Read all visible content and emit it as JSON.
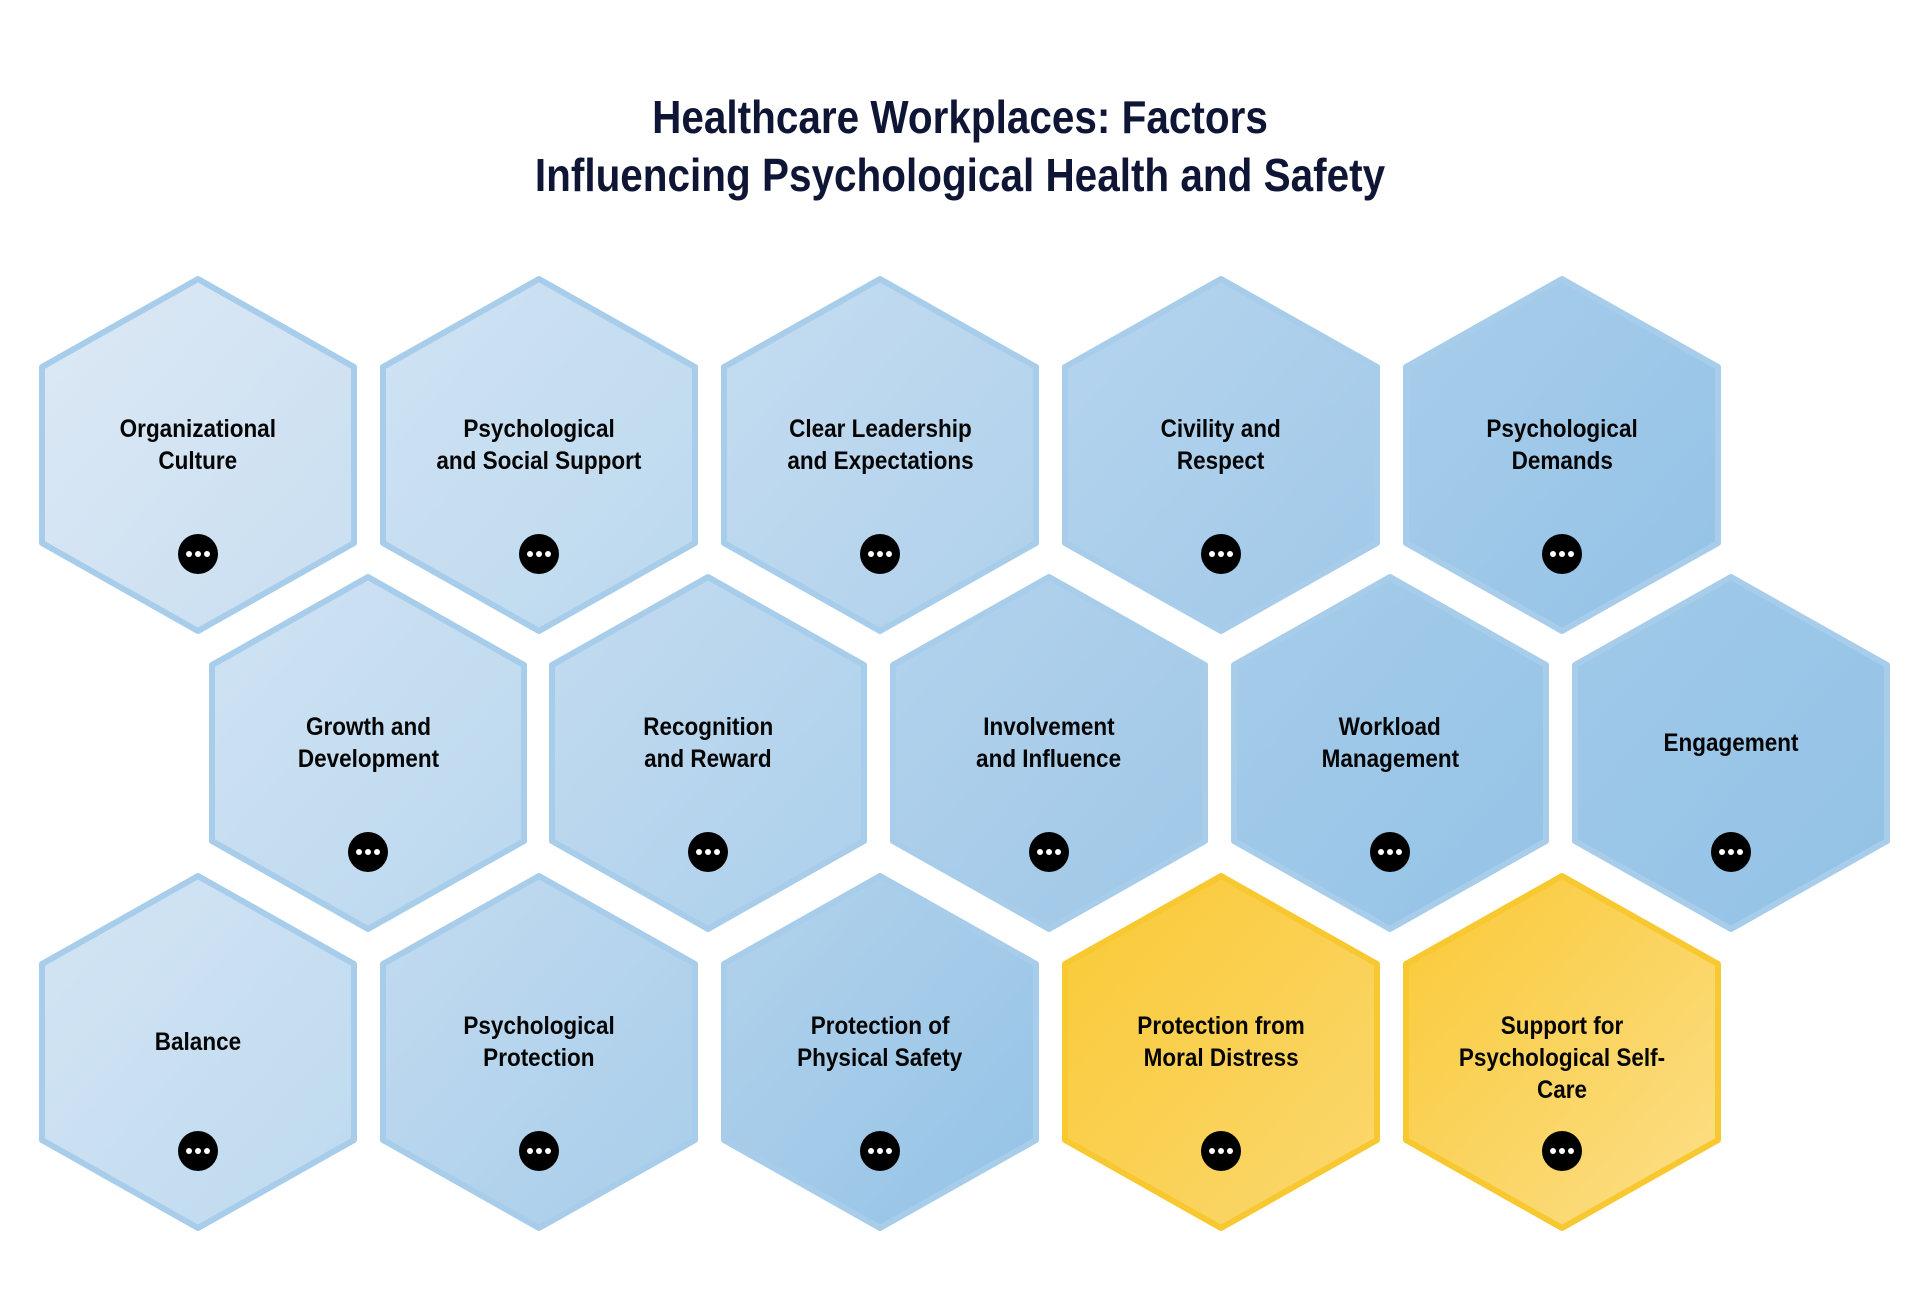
{
  "title": {
    "line1": "Healthcare Workplaces: Factors",
    "line2": "Influencing Psychological Health and Safety"
  },
  "more_button_icon": "ellipsis-icon",
  "colors": {
    "title": "#0f1535",
    "blue_stroke": "#a7cdeb",
    "yellow_stroke": "#f8c830"
  },
  "factors": [
    {
      "row": 1,
      "col": 1,
      "lines": [
        "Organizational",
        "Culture"
      ],
      "c1": "#dde9f5",
      "c2": "#c8def1",
      "kind": "blue"
    },
    {
      "row": 1,
      "col": 2,
      "lines": [
        "Psychological",
        "and Social Support"
      ],
      "c1": "#d0e3f3",
      "c2": "#bbd8ee",
      "kind": "blue"
    },
    {
      "row": 1,
      "col": 3,
      "lines": [
        "Clear Leadership",
        "and Expectations"
      ],
      "c1": "#c5ddf1",
      "c2": "#afd0eb",
      "kind": "blue"
    },
    {
      "row": 1,
      "col": 4,
      "lines": [
        "Civility and",
        "Respect"
      ],
      "c1": "#b6d5ee",
      "c2": "#a0c8e8",
      "kind": "blue"
    },
    {
      "row": 1,
      "col": 5,
      "lines": [
        "Psychological",
        "Demands"
      ],
      "c1": "#a9cdeb",
      "c2": "#93c2e6",
      "kind": "blue"
    },
    {
      "row": 2,
      "col": 1,
      "lines": [
        "Growth and",
        "Development"
      ],
      "c1": "#d0e3f3",
      "c2": "#bad7ee",
      "kind": "blue"
    },
    {
      "row": 2,
      "col": 2,
      "lines": [
        "Recognition",
        "and Reward"
      ],
      "c1": "#c3dbf0",
      "c2": "#acd0eb",
      "kind": "blue"
    },
    {
      "row": 2,
      "col": 3,
      "lines": [
        "Involvement",
        "and Influence"
      ],
      "c1": "#b4d3ed",
      "c2": "#9ec7e7",
      "kind": "blue"
    },
    {
      "row": 2,
      "col": 4,
      "lines": [
        "Workload",
        "Management"
      ],
      "c1": "#a6ccea",
      "c2": "#94c3e6",
      "kind": "blue"
    },
    {
      "row": 2,
      "col": 5,
      "lines": [
        "Engagement"
      ],
      "c1": "#a0c9e9",
      "c2": "#93c2e6",
      "kind": "blue"
    },
    {
      "row": 3,
      "col": 1,
      "lines": [
        "Balance"
      ],
      "c1": "#d4e5f4",
      "c2": "#bdd9ef",
      "kind": "blue"
    },
    {
      "row": 3,
      "col": 2,
      "lines": [
        "Psychological",
        "Protection"
      ],
      "c1": "#c3dbf0",
      "c2": "#a8cdea",
      "kind": "blue"
    },
    {
      "row": 3,
      "col": 3,
      "lines": [
        "Protection of",
        "Physical Safety"
      ],
      "c1": "#b3d3ec",
      "c2": "#94c2e6",
      "kind": "blue"
    },
    {
      "row": 3,
      "col": 4,
      "lines": [
        "Protection from",
        "Moral Distress"
      ],
      "c1": "#f9c935",
      "c2": "#fbd870",
      "kind": "yellow"
    },
    {
      "row": 3,
      "col": 5,
      "lines": [
        "Support for",
        "Psychological Self-Care"
      ],
      "c1": "#f9c935",
      "c2": "#fcdf8a",
      "kind": "yellow"
    }
  ]
}
